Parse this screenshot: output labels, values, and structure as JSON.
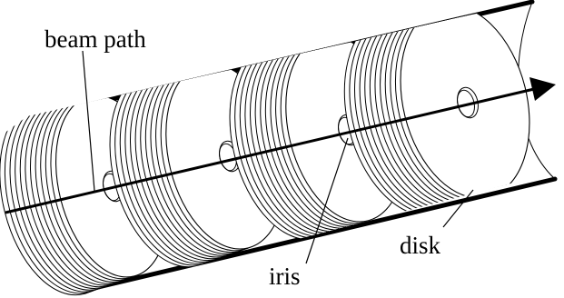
{
  "labels": {
    "beam_path": "beam path",
    "iris": "iris",
    "disk": "disk"
  },
  "colors": {
    "stroke": "#000000",
    "background": "#ffffff"
  }
}
